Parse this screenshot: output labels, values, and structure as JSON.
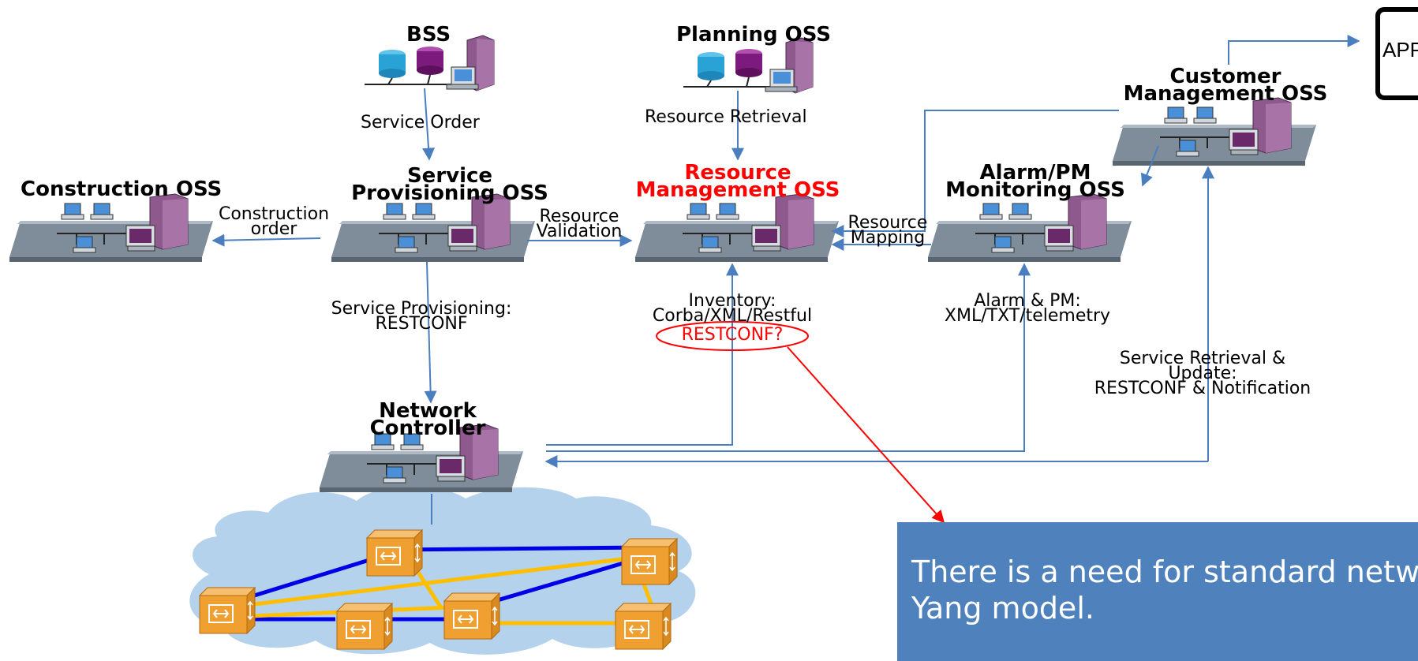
{
  "nodes": {
    "bss": "BSS",
    "planning_oss": "Planning OSS",
    "customer_mgmt_oss": [
      "Customer",
      "Management OSS"
    ],
    "construction_oss": "Construction OSS",
    "service_provisioning_oss": [
      "Service",
      "Provisioning OSS"
    ],
    "resource_mgmt_oss": [
      "Resource",
      "Management OSS"
    ],
    "alarm_pm_oss": [
      "Alarm/PM",
      "Monitoring OSS"
    ],
    "network_controller": [
      "Network",
      "Controller"
    ],
    "app": "APP"
  },
  "edges": {
    "service_order": "Service Order",
    "resource_retrieval": "Resource Retrieval",
    "construction_order": [
      "Construction",
      "order"
    ],
    "resource_validation": [
      "Resource",
      "Validation"
    ],
    "resource_mapping": [
      "Resource",
      "Mapping"
    ],
    "service_provisioning": [
      "Service Provisioning:",
      "RESTCONF"
    ],
    "inventory": [
      "Inventory:",
      "Corba/XML/Restful"
    ],
    "restconf_question": "RESTCONF?",
    "alarm_pm": [
      "Alarm & PM:",
      "XML/TXT/telemetry"
    ],
    "service_retrieval": [
      "Service Retrieval &",
      "Update:",
      "RESTCONF & Notification"
    ]
  },
  "callout": {
    "line1": "There is a need for standard netw",
    "line2": "Yang model."
  },
  "colors": {
    "arrow": "#4a7ebf",
    "highlight": "#ff0000",
    "callout_bg": "#4f81bd",
    "cloud": "#b4d2ec",
    "link_blue": "#0000e6",
    "link_yellow": "#ffbf00",
    "router": "#f0a030"
  }
}
